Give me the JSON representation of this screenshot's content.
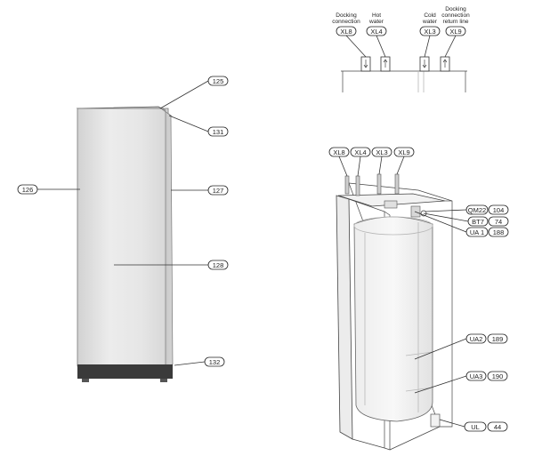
{
  "front_unit": {
    "callouts": [
      "125",
      "131",
      "126",
      "127",
      "128",
      "132"
    ]
  },
  "connections": {
    "items": [
      {
        "label": "Docking connection",
        "code": "XL8"
      },
      {
        "label": "Hot water",
        "code": "XL4"
      },
      {
        "label": "Cold water",
        "code": "XL3"
      },
      {
        "label": "Docking connection return line",
        "code": "XL9"
      }
    ]
  },
  "interior": {
    "top_codes": [
      "XL8",
      "XL4",
      "XL3",
      "XL9"
    ],
    "parts": [
      {
        "code": "QM22",
        "num": "104"
      },
      {
        "code": "BT7",
        "num": "74"
      },
      {
        "code": "UA 1",
        "num": "188"
      },
      {
        "code": "UA2",
        "num": "189"
      },
      {
        "code": "UA3",
        "num": "190"
      },
      {
        "code": "UL",
        "num": "44"
      }
    ]
  },
  "colors": {
    "cabinet_body": "#e4e4e4",
    "cabinet_side": "#c9c9c9",
    "cabinet_base": "#3a3a3a",
    "line": "#222222"
  }
}
